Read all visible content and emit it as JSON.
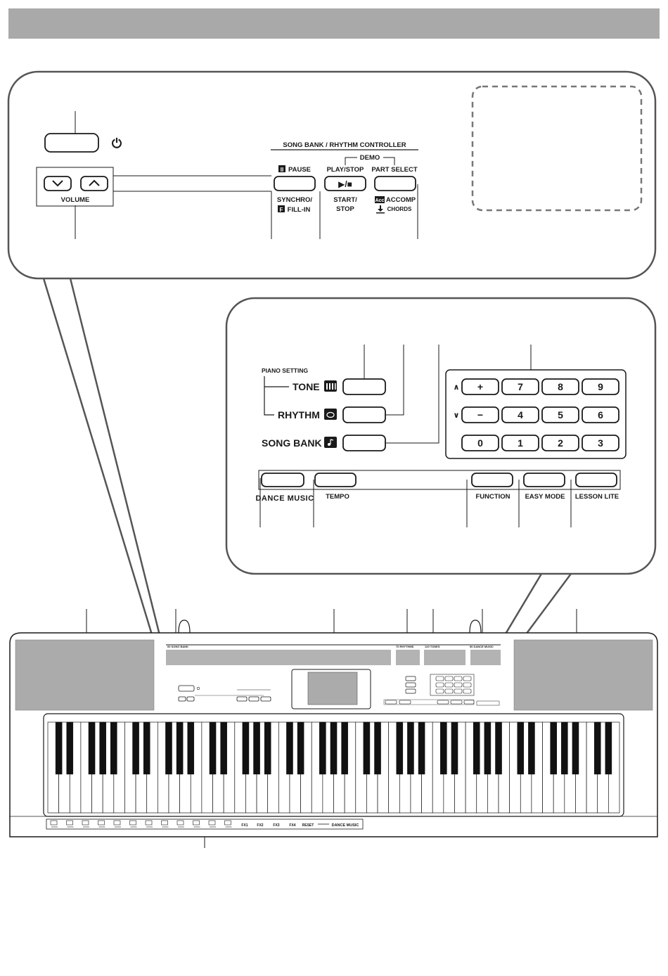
{
  "power_panel": {
    "power_symbol": "⏻",
    "volume_label": "VOLUME",
    "controller_title": "SONG BANK / RHYTHM CONTROLLER",
    "demo_label": "DEMO",
    "pause_label": "PAUSE",
    "play_stop_label": "PLAY/STOP",
    "part_select_label": "PART SELECT",
    "synchro_line1": "SYNCHRO/",
    "synchro_line2": "FILL-IN",
    "start_stop_line1": "START/",
    "start_stop_line2": "STOP",
    "accomp_label": "ACCOMP",
    "chords_label": "CHORDS",
    "pause_icon_text": "II",
    "f_icon_text": "F",
    "acc_icon_text": "Acc",
    "play_stop_glyph": "▶/■"
  },
  "tone_panel": {
    "piano_setting_label": "PIANO SETTING",
    "tone_label": "TONE",
    "rhythm_label": "RHYTHM",
    "song_bank_label": "SONG BANK",
    "dance_music_label": "DANCE MUSIC",
    "tempo_label": "TEMPO",
    "function_label": "FUNCTION",
    "easy_mode_label": "EASY MODE",
    "lesson_lite_label": "LESSON LITE",
    "up_symbol": "∧",
    "down_symbol": "∨",
    "keypad_row1": [
      "+",
      "7",
      "8",
      "9"
    ],
    "keypad_row2": [
      "−",
      "4",
      "5",
      "6"
    ],
    "keypad_row3": [
      "0",
      "1",
      "2",
      "3"
    ]
  },
  "keyboard": {
    "song_bank_list": "60 SONG BANK",
    "rhythms_list": "70 RHYTHMS",
    "tones_list": "120 TONES",
    "dance_music_list": "50 DANCE MUSIC",
    "dance_music_strip_label": "DANCE MUSIC",
    "white_key_count": 52,
    "drum_pad_labels": [
      "FX1",
      "FX2",
      "FX3",
      "FX4",
      "RESET"
    ]
  }
}
